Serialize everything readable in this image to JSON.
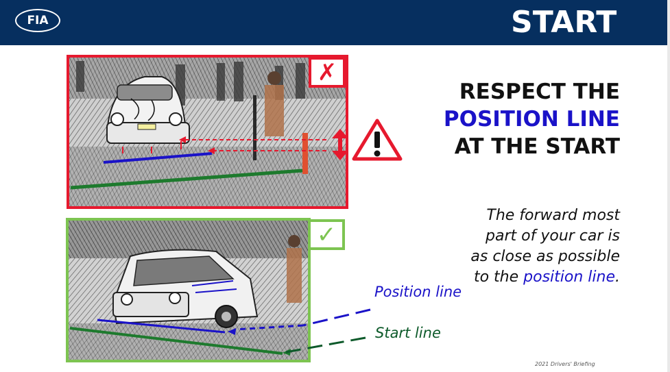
{
  "header": {
    "logo_text": "FIA",
    "title": "START"
  },
  "headline": {
    "line1": "RESPECT THE",
    "line2": "POSITION LINE",
    "line3": "AT THE START"
  },
  "body": {
    "line1": "The forward most",
    "line2": "part of your car is",
    "line3": "as close as possible",
    "line4_prefix": "to the ",
    "line4_highlight": "position line",
    "line4_suffix": "."
  },
  "labels": {
    "position_line": "Position line",
    "start_line": "Start line"
  },
  "footer": "2021 Drivers' Briefing",
  "icons": {
    "wrong": "x-mark-icon",
    "correct": "check-mark-icon",
    "warning": "warning-triangle-icon",
    "vertical_arrows": "up-down-arrow-icon"
  },
  "colors": {
    "header_bg": "#062f5f",
    "wrong": "#e6192e",
    "correct": "#7dc451",
    "position_line": "#1a12c8",
    "start_line": "#0d5a2a"
  }
}
